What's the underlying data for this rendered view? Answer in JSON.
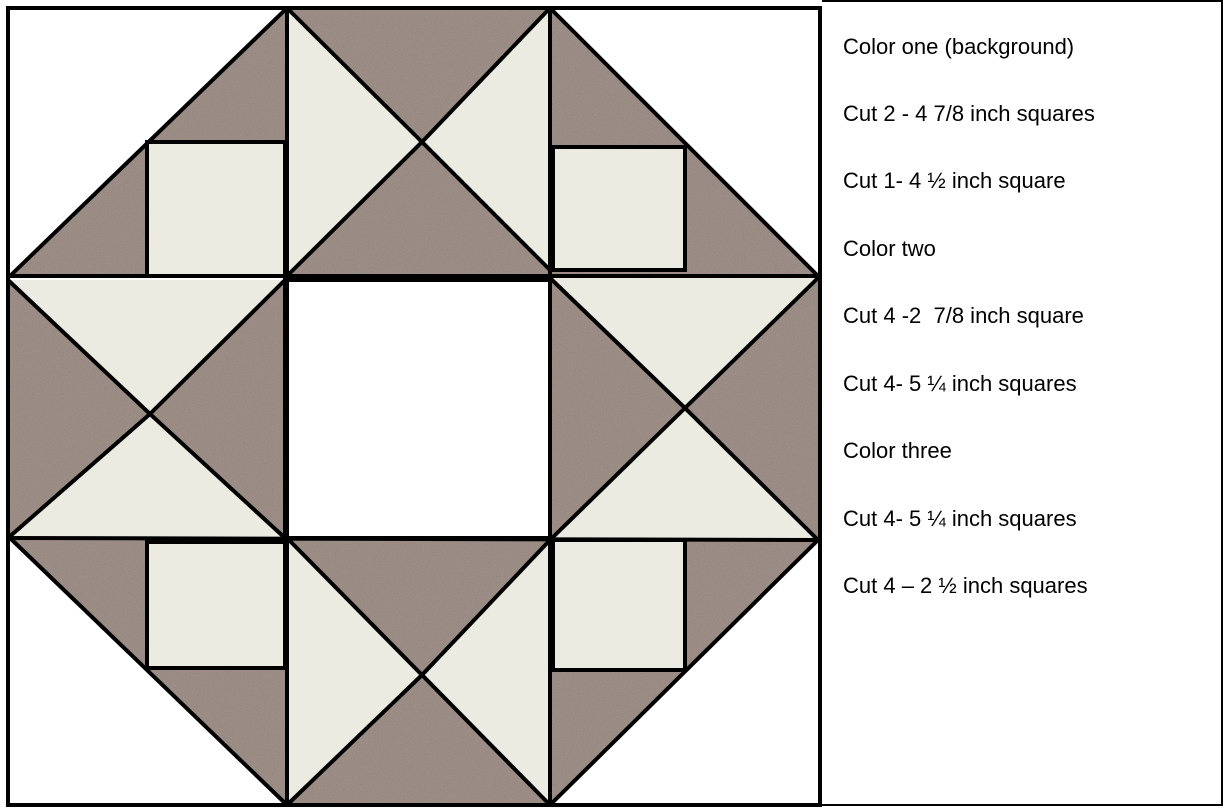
{
  "colors": {
    "background_fabric": "#ffffff",
    "light_fabric": "#ecebe1",
    "speckled_fabric": "#9c8e86",
    "outline": "#000000"
  },
  "instructions": [
    "Color one (background)",
    "Cut 2 - 4 7/8 inch squares",
    "Cut 1- 4 ½ inch square",
    "Color two",
    "Cut 4 -2  7/8 inch square",
    "Cut 4- 5 ¼ inch squares",
    "Color three",
    "Cut 4- 5 ¼ inch squares",
    "Cut 4 – 2 ½ inch squares"
  ]
}
